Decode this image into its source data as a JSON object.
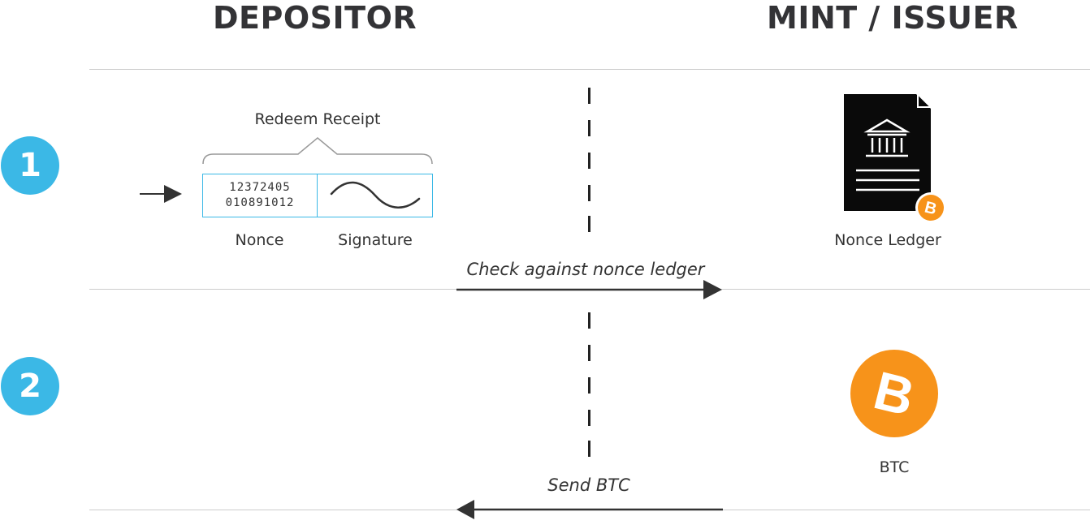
{
  "columns": {
    "left": "DEPOSITOR",
    "right": "MINT / ISSUER"
  },
  "steps": [
    {
      "number": "1",
      "receipt_label": "Redeem Receipt",
      "nonce_lines": [
        "12372405",
        "010891012"
      ],
      "nonce_label": "Nonce",
      "signature_label": "Signature",
      "ledger_label": "Nonce Ledger",
      "arrow_label": "Check against nonce ledger"
    },
    {
      "number": "2",
      "btc_label": "BTC",
      "arrow_label": "Send BTC"
    }
  ],
  "colors": {
    "accent": "#3bb8e6",
    "bitcoin": "#f7931a",
    "ink": "#333333"
  },
  "icons": [
    "arrow-right-icon",
    "document-bank-icon",
    "bitcoin-icon",
    "signature-wave-icon"
  ]
}
